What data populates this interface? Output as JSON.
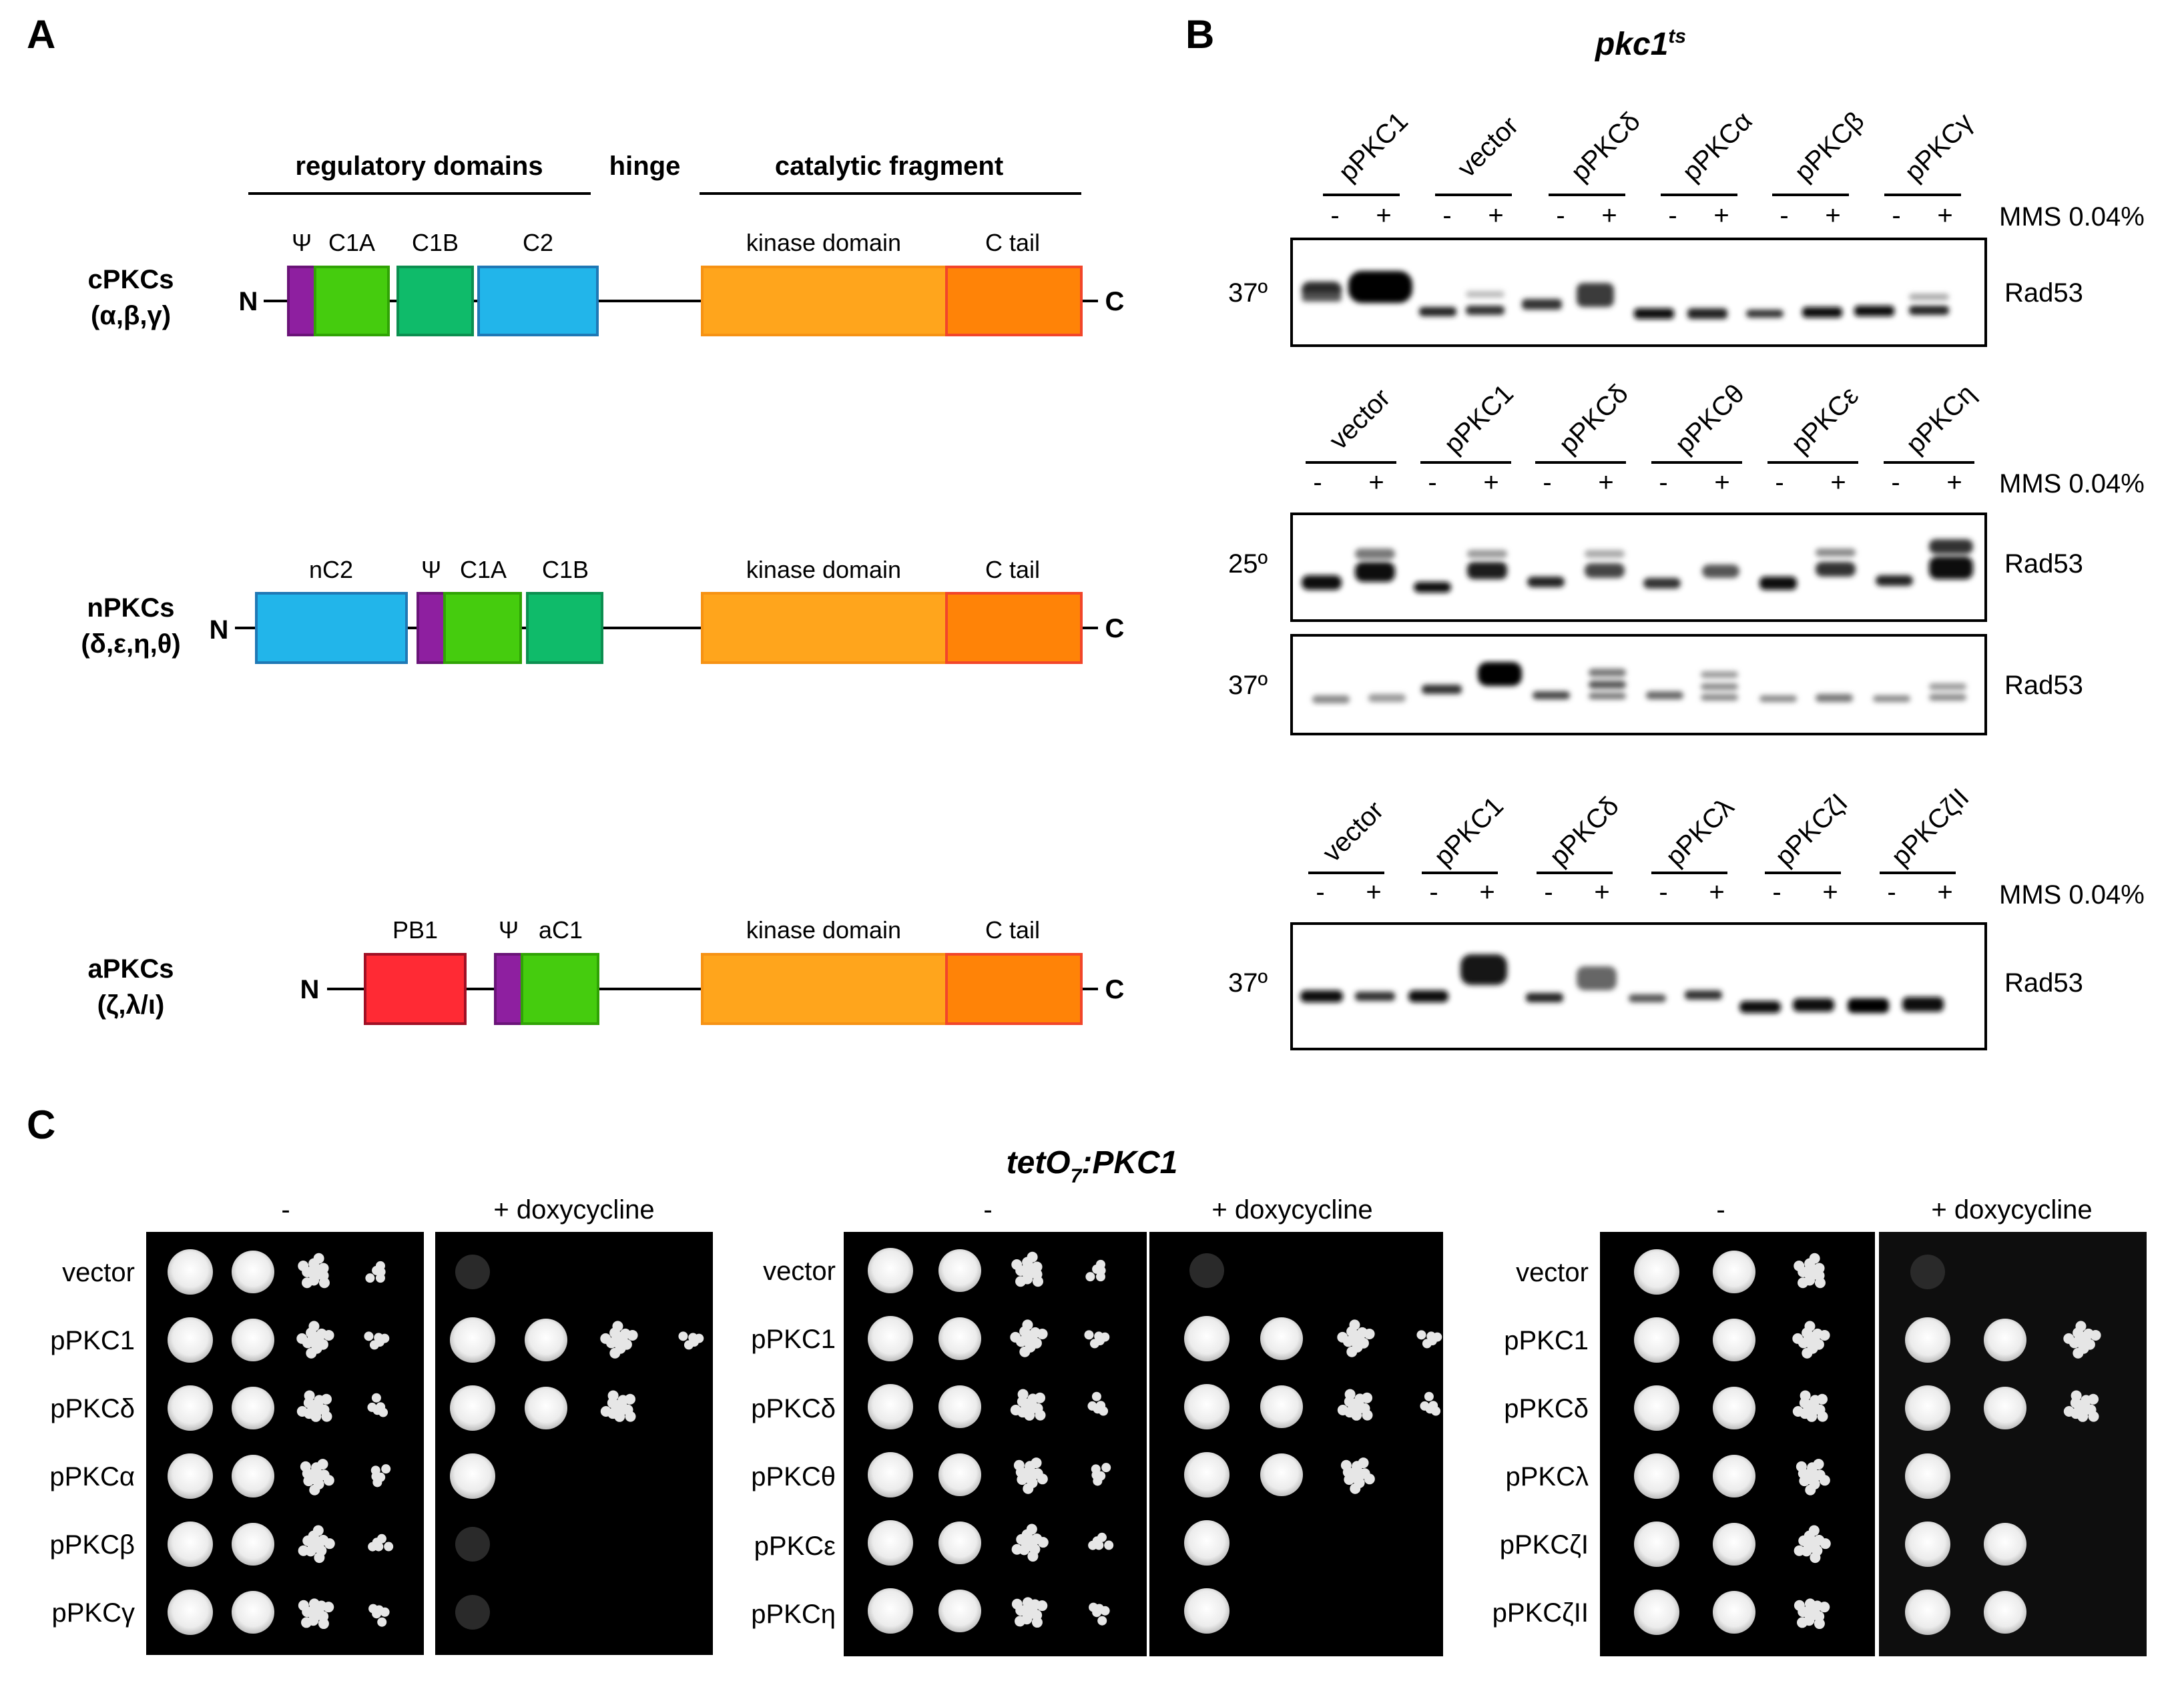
{
  "panel_a": {
    "label": "A",
    "headers": {
      "regulatory": "regulatory domains",
      "hinge": "hinge",
      "catalytic": "catalytic fragment"
    },
    "rows": [
      {
        "name": "cPKCs",
        "members": "(α,β,γ)",
        "n": "N",
        "c": "C",
        "domains": [
          {
            "label": "Ψ",
            "type": "psi"
          },
          {
            "label": "C1A",
            "type": "c1a"
          },
          {
            "label": "C1B",
            "type": "c1b"
          },
          {
            "label": "C2",
            "type": "c2"
          },
          {
            "label": "kinase domain",
            "type": "kinase"
          },
          {
            "label": "C tail",
            "type": "ctail"
          }
        ]
      },
      {
        "name": "nPKCs",
        "members": "(δ,ε,η,θ)",
        "n": "N",
        "c": "C",
        "domains": [
          {
            "label": "nC2",
            "type": "c2"
          },
          {
            "label": "Ψ",
            "type": "psi"
          },
          {
            "label": "C1A",
            "type": "c1a"
          },
          {
            "label": "C1B",
            "type": "c1b"
          },
          {
            "label": "kinase domain",
            "type": "kinase"
          },
          {
            "label": "C tail",
            "type": "ctail"
          }
        ]
      },
      {
        "name": "aPKCs",
        "members": "(ζ,λ/ι)",
        "n": "N",
        "c": "C",
        "domains": [
          {
            "label": "PB1",
            "type": "pb1"
          },
          {
            "label": "Ψ",
            "type": "psi"
          },
          {
            "label": "aC1",
            "type": "c1a"
          },
          {
            "label": "kinase domain",
            "type": "kinase"
          },
          {
            "label": "C tail",
            "type": "ctail"
          }
        ]
      }
    ],
    "colors": {
      "psi": "#8e1fa0",
      "c1a": "#45cc0e",
      "c1b": "#0fbb6a",
      "c2": "#22b5ea",
      "pb1": "#ff2a34",
      "kinase": "#ffa51c",
      "ctail": "#ff8307"
    }
  },
  "panel_b": {
    "label": "B",
    "title": "pkc1",
    "title_sup": "ts",
    "treatment": "MMS 0.04%",
    "minus": "-",
    "plus": "+",
    "protein": "Rad53",
    "groups": [
      {
        "samples": [
          "pPKC1",
          "vector",
          "pPKCδ",
          "pPKCα",
          "pPKCβ",
          "pPKCγ"
        ],
        "temps": [
          "37º"
        ]
      },
      {
        "samples": [
          "vector",
          "pPKC1",
          "pPKCδ",
          "pPKCθ",
          "pPKCε",
          "pPKCη"
        ],
        "temps": [
          "25º",
          "37º"
        ]
      },
      {
        "samples": [
          "vector",
          "pPKC1",
          "pPKCδ",
          "pPKCλ",
          "pPKCζI",
          "pPKCζII"
        ],
        "temps": [
          "37º"
        ]
      }
    ]
  },
  "panel_c": {
    "label": "C",
    "title_main": "tetO",
    "title_sub": "7",
    "title_rest": ":PKC1",
    "cond_minus": "-",
    "cond_plus": "+ doxycycline",
    "plates": [
      {
        "strains": [
          "vector",
          "pPKC1",
          "pPKCδ",
          "pPKCα",
          "pPKCβ",
          "pPKCγ"
        ],
        "growth_minus": [
          4,
          4,
          4,
          4,
          4,
          4
        ],
        "growth_plus": [
          0,
          4,
          3,
          1,
          0,
          0
        ]
      },
      {
        "strains": [
          "vector",
          "pPKC1",
          "pPKCδ",
          "pPKCθ",
          "pPKCε",
          "pPKCη"
        ],
        "growth_minus": [
          4,
          4,
          4,
          4,
          4,
          4
        ],
        "growth_plus": [
          0,
          4,
          4,
          3,
          1,
          1
        ]
      },
      {
        "strains": [
          "vector",
          "pPKC1",
          "pPKCδ",
          "pPKCλ",
          "pPKCζI",
          "pPKCζII"
        ],
        "growth_minus": [
          3,
          3,
          3,
          3,
          3,
          3
        ],
        "growth_plus": [
          0,
          3,
          3,
          1,
          2,
          2
        ]
      }
    ]
  }
}
